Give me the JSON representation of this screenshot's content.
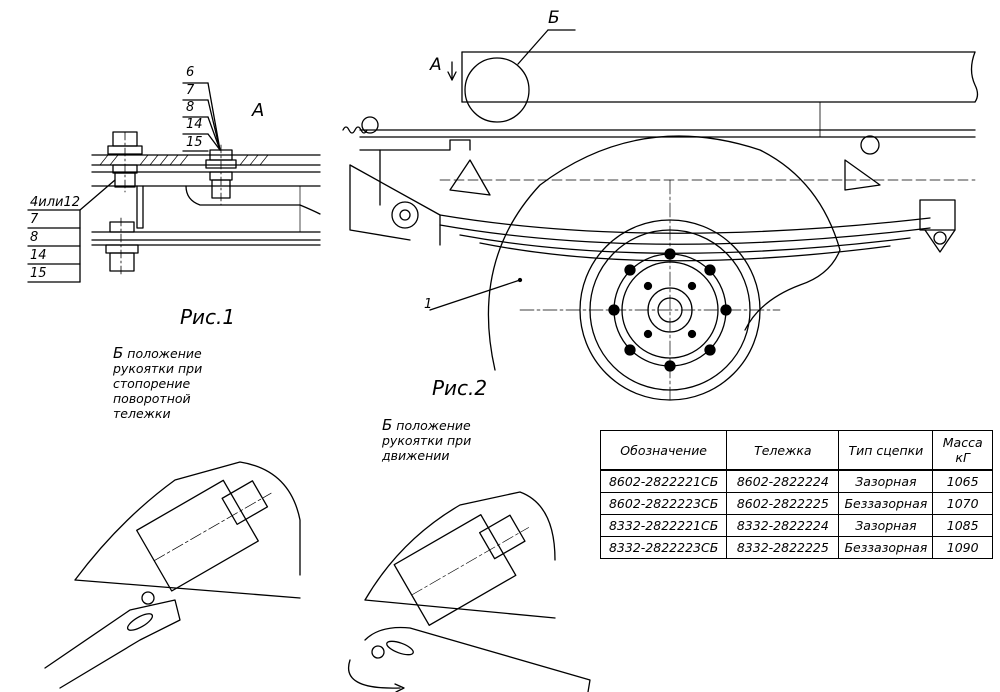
{
  "figure1": {
    "caption": "Рис.1",
    "view_label": "А",
    "callout_top": [
      "6",
      "7",
      "8",
      "14",
      "15"
    ],
    "callout_left": [
      "4или12",
      "7",
      "8",
      "14",
      "15"
    ]
  },
  "figure2": {
    "caption": "Рис.2",
    "arrow_label": "А",
    "detail_label": "Б",
    "item_label": "1"
  },
  "detail_stop": {
    "title": "Б",
    "text": "положение рукоятки при стопорение поворотной тележки"
  },
  "detail_move": {
    "title": "Б",
    "text": "положение рукоятки при движении"
  },
  "spec_table": {
    "headers": [
      "Обозначение",
      "Тележка",
      "Тип сцепки",
      "Масса кГ"
    ],
    "rows": [
      [
        "8602-2822221СБ",
        "8602-2822224",
        "Зазорная",
        "1065"
      ],
      [
        "8602-2822223СБ",
        "8602-2822225",
        "Беззазорная",
        "1070"
      ],
      [
        "8332-2822221СБ",
        "8332-2822224",
        "Зазорная",
        "1085"
      ],
      [
        "8332-2822223СБ",
        "8332-2822225",
        "Беззазорная",
        "1090"
      ]
    ]
  }
}
